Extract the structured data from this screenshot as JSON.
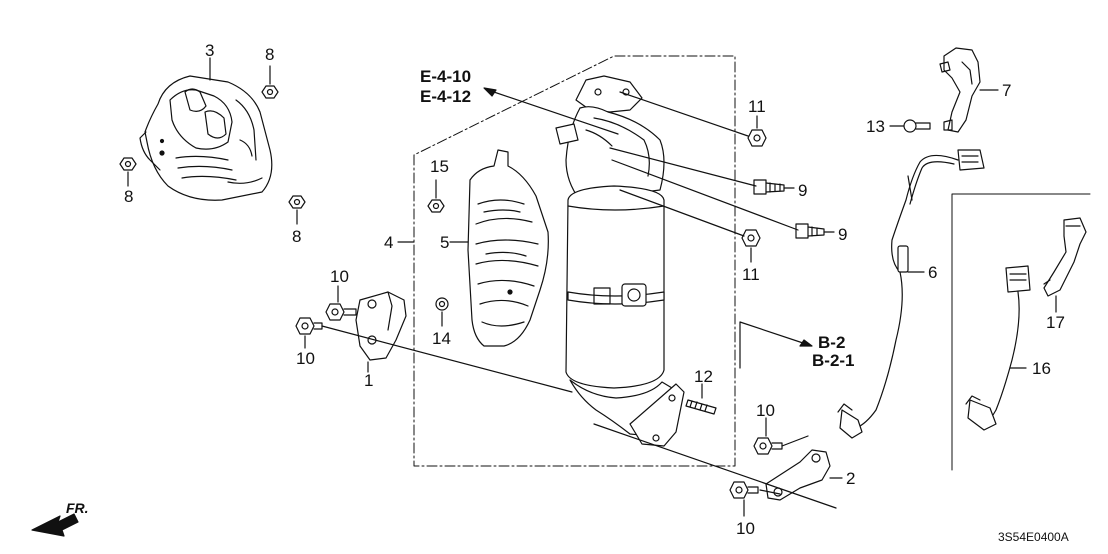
{
  "callouts": {
    "c1": "1",
    "c2": "2",
    "c3": "3",
    "c4": "4",
    "c5": "5",
    "c6": "6",
    "c7": "7",
    "c8a": "8",
    "c8b": "8",
    "c8c": "8",
    "c9a": "9",
    "c9b": "9",
    "c10a": "10",
    "c10b": "10",
    "c10c": "10",
    "c10d": "10",
    "c11a": "11",
    "c11b": "11",
    "c12": "12",
    "c13": "13",
    "c14": "14",
    "c15": "15",
    "c16": "16",
    "c17": "17"
  },
  "refs": {
    "e_ref_1": "E-4-10",
    "e_ref_2": "E-4-12",
    "b_ref_1": "B-2",
    "b_ref_2": "B-2-1"
  },
  "direction_label": "FR.",
  "diagram_code": "3S54E0400A"
}
